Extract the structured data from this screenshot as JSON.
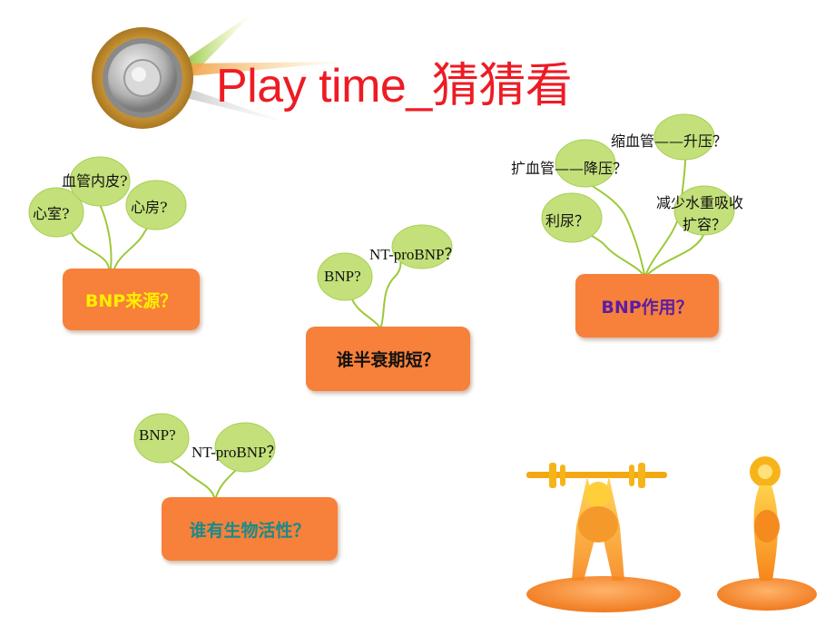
{
  "slide": {
    "title": "Play time_猜猜看",
    "colors": {
      "title": "#ee1b24",
      "box": "#f7803a",
      "bubble": "#c3e07a",
      "stem": "#9cc93a",
      "box1_text": "#ffee00",
      "box2_text": "#111111",
      "box3_text": "#5b1ea3",
      "box4_text": "#1a8a8a"
    },
    "icons": [
      "speaker-icon",
      "weightlifter-figure"
    ]
  },
  "cluster_source": {
    "box_label": "BNP来源？",
    "bubbles": [
      "血管内皮?",
      "心室?",
      "心房?"
    ]
  },
  "cluster_halflife": {
    "box_label": "谁半衰期短？",
    "bubbles": [
      "NT-proBNP？",
      "BNP?"
    ]
  },
  "cluster_effect": {
    "box_label": "BNP作用？",
    "bubbles": [
      "缩血管——升压？",
      "扩血管——降压？",
      "利尿？",
      "减少水重吸收",
      "扩容？"
    ]
  },
  "cluster_activity": {
    "box_label": "谁有生物活性？",
    "bubbles": [
      "BNP?",
      "NT-proBNP？"
    ]
  }
}
